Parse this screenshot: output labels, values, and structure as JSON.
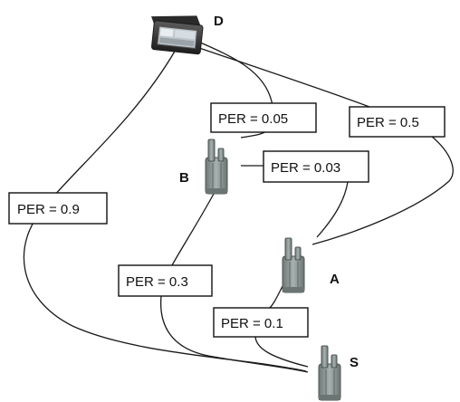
{
  "diagram": {
    "nodes": [
      {
        "id": "D",
        "label": "D",
        "kind": "access-point"
      },
      {
        "id": "B",
        "label": "B",
        "kind": "sensor-node"
      },
      {
        "id": "A",
        "label": "A",
        "kind": "sensor-node"
      },
      {
        "id": "S",
        "label": "S",
        "kind": "sensor-node"
      }
    ],
    "links": [
      {
        "from": "S",
        "to": "D",
        "per_label": "PER = 0.9"
      },
      {
        "from": "B",
        "to": "D",
        "per_label": "PER = 0.05"
      },
      {
        "from": "A",
        "to": "D",
        "per_label": "PER = 0.5"
      },
      {
        "from": "A",
        "to": "B",
        "per_label": "PER = 0.03"
      },
      {
        "from": "S",
        "to": "B",
        "per_label": "PER = 0.3"
      },
      {
        "from": "S",
        "to": "A",
        "per_label": "PER = 0.1"
      }
    ],
    "colors": {
      "stroke": "#1a1a1a",
      "node_gray": "#8a9593",
      "device_dark": "#3a3a3a"
    }
  }
}
